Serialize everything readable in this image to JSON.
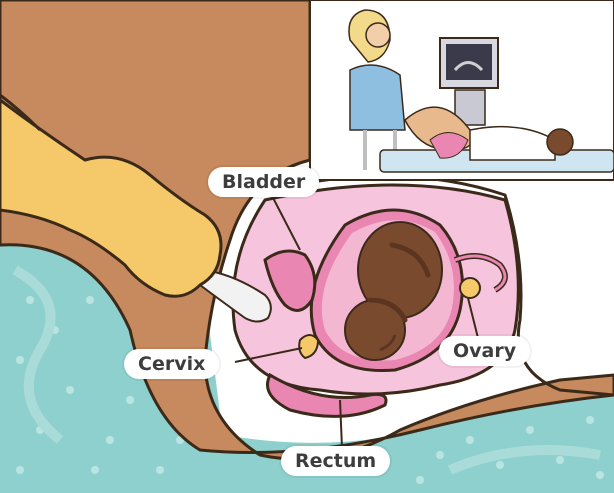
{
  "labels": {
    "bladder": "Bladder",
    "cervix": "Cervix",
    "ovary": "Ovary",
    "rectum": "Rectum"
  },
  "colors": {
    "skin": "#c68a5e",
    "skin_outline": "#3b2a1a",
    "uterus_pink": "#f6c5dd",
    "uterus_dark_pink": "#e0719e",
    "fetus": "#7a4a2e",
    "glove": "#f5c96a",
    "sheet_teal": "#8dd0cd",
    "background_white": "#ffffff"
  }
}
